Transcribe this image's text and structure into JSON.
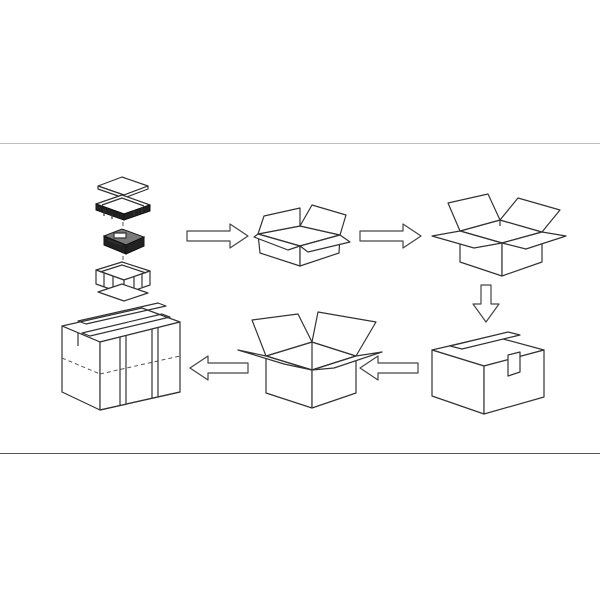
{
  "diagram": {
    "title": "",
    "steps": [
      {
        "id": "1",
        "label": ""
      },
      {
        "id": "2",
        "label": ""
      },
      {
        "id": "3",
        "label": ""
      },
      {
        "id": "4",
        "label": ""
      },
      {
        "id": "5",
        "label": ""
      },
      {
        "id": "6",
        "label": ""
      }
    ],
    "colors": {
      "line": "#333333",
      "fill": "#ffffff",
      "rule": "#555555"
    }
  }
}
